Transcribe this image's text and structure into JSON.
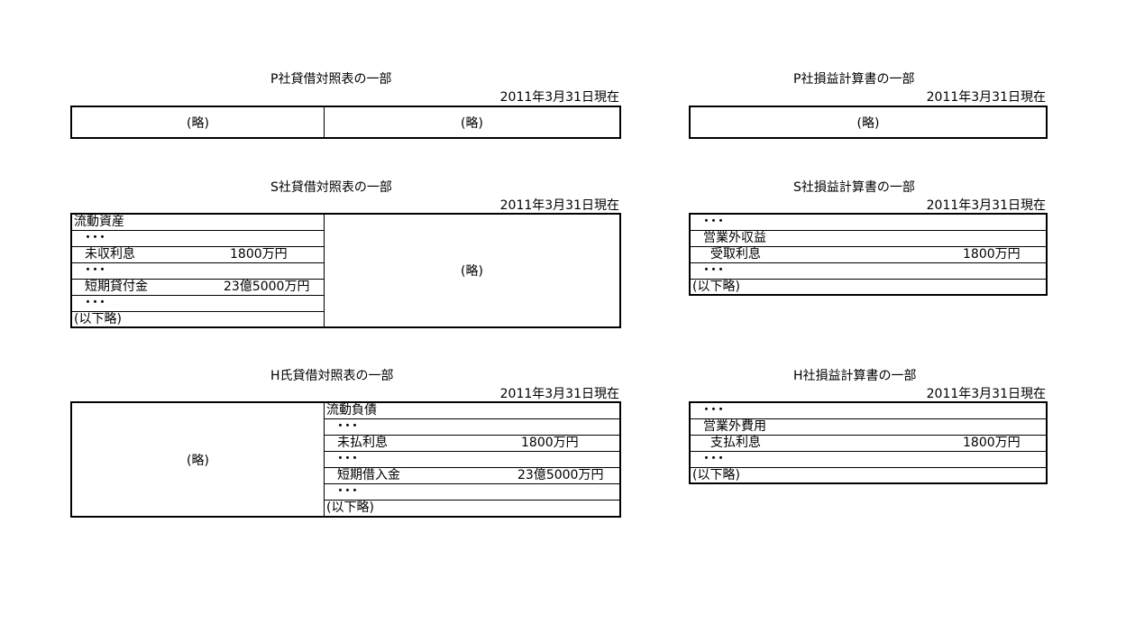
{
  "p_bs": {
    "title": "P社貸借対照表の一部",
    "asof": "2011年3月31日現在",
    "left": "(略)",
    "right": "(略)"
  },
  "p_pl": {
    "title": "P社損益計算書の一部",
    "asof": "2011年3月31日現在",
    "body": "(略)"
  },
  "s_bs": {
    "title": "S社貸借対照表の一部",
    "asof": "2011年3月31日現在",
    "rows": [
      {
        "label": "流動資産",
        "amount": ""
      },
      {
        "label": "･･･",
        "amount": ""
      },
      {
        "label": "未収利息",
        "amount": "1800万円"
      },
      {
        "label": "･･･",
        "amount": ""
      },
      {
        "label": "短期貸付金",
        "amount": "23億5000万円"
      },
      {
        "label": "･･･",
        "amount": ""
      },
      {
        "label": "(以下略)",
        "amount": ""
      }
    ],
    "right": "(略)"
  },
  "s_pl": {
    "title": "S社損益計算書の一部",
    "asof": "2011年3月31日現在",
    "rows": [
      {
        "label": "･･･",
        "amount": ""
      },
      {
        "label": "営業外収益",
        "amount": ""
      },
      {
        "label": "受取利息",
        "amount": "1800万円"
      },
      {
        "label": "･･･",
        "amount": ""
      },
      {
        "label": "(以下略)",
        "amount": ""
      }
    ]
  },
  "h_bs": {
    "title": "H氏貸借対照表の一部",
    "asof": "2011年3月31日現在",
    "left": "(略)",
    "rows": [
      {
        "label": "流動負債",
        "amount": ""
      },
      {
        "label": "･･･",
        "amount": ""
      },
      {
        "label": "未払利息",
        "amount": "1800万円"
      },
      {
        "label": "･･･",
        "amount": ""
      },
      {
        "label": "短期借入金",
        "amount": "23億5000万円"
      },
      {
        "label": "･･･",
        "amount": ""
      },
      {
        "label": "(以下略)",
        "amount": ""
      }
    ]
  },
  "h_pl": {
    "title": "H社損益計算書の一部",
    "asof": "2011年3月31日現在",
    "rows": [
      {
        "label": "･･･",
        "amount": ""
      },
      {
        "label": "営業外費用",
        "amount": ""
      },
      {
        "label": "支払利息",
        "amount": "1800万円"
      },
      {
        "label": "･･･",
        "amount": ""
      },
      {
        "label": "(以下略)",
        "amount": ""
      }
    ]
  }
}
